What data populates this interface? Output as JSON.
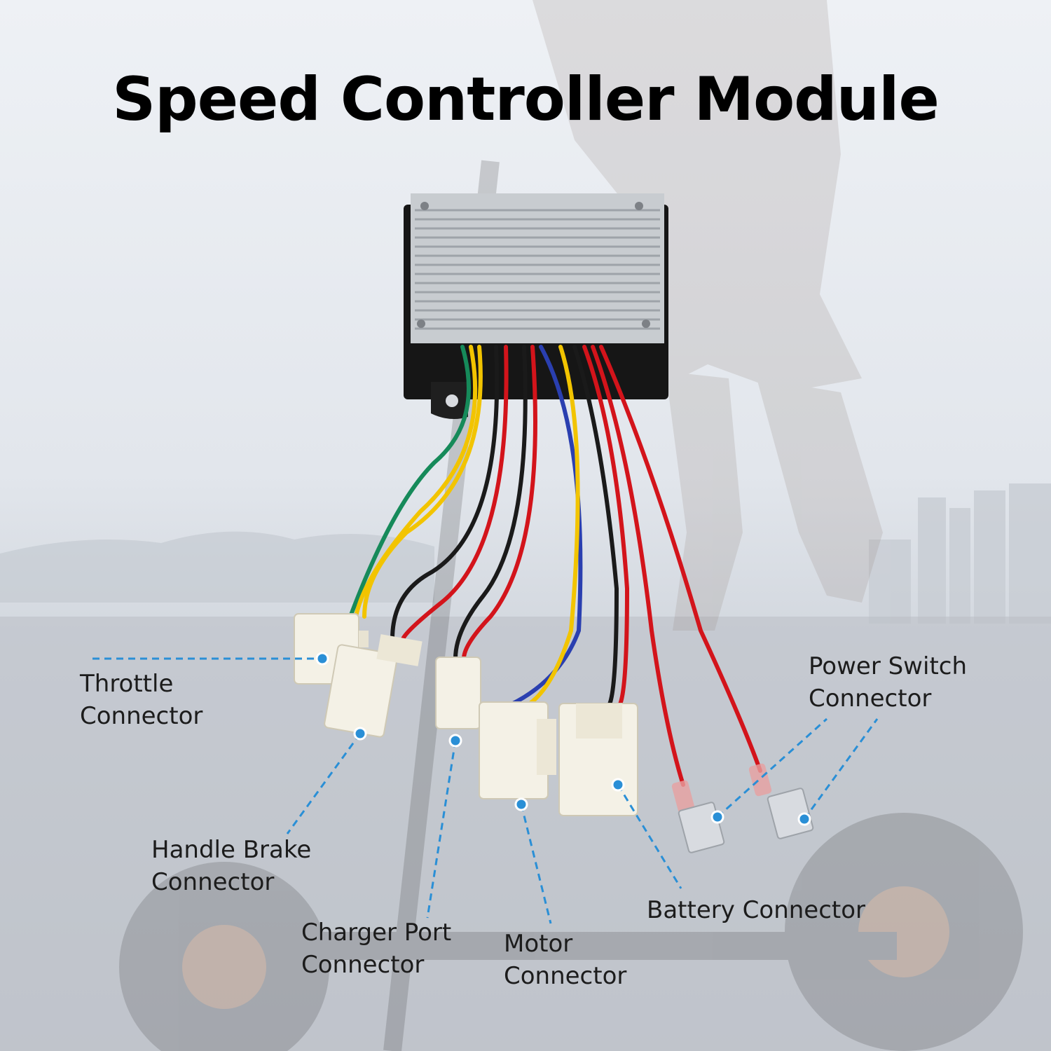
{
  "title": "Speed Controller Module",
  "labels": {
    "throttle": [
      "Throttle",
      "Connector"
    ],
    "handle_brake": [
      "Handle Brake",
      "Connector"
    ],
    "charger_port": [
      "Charger Port",
      "Connector"
    ],
    "motor": [
      "Motor",
      "Connector"
    ],
    "battery": "Battery Connector",
    "power_switch": [
      "Power Switch",
      "Connector"
    ]
  },
  "colors": {
    "callout": "#2a8fd6",
    "wire_red": "#d3141b",
    "wire_yellow": "#f2c400",
    "wire_green": "#168a5a",
    "wire_black": "#1a1a1a",
    "wire_blue": "#2a3fb0",
    "heatsink": "#c8ccd0",
    "housing": "#161616",
    "connector": "#f4f1e6"
  }
}
